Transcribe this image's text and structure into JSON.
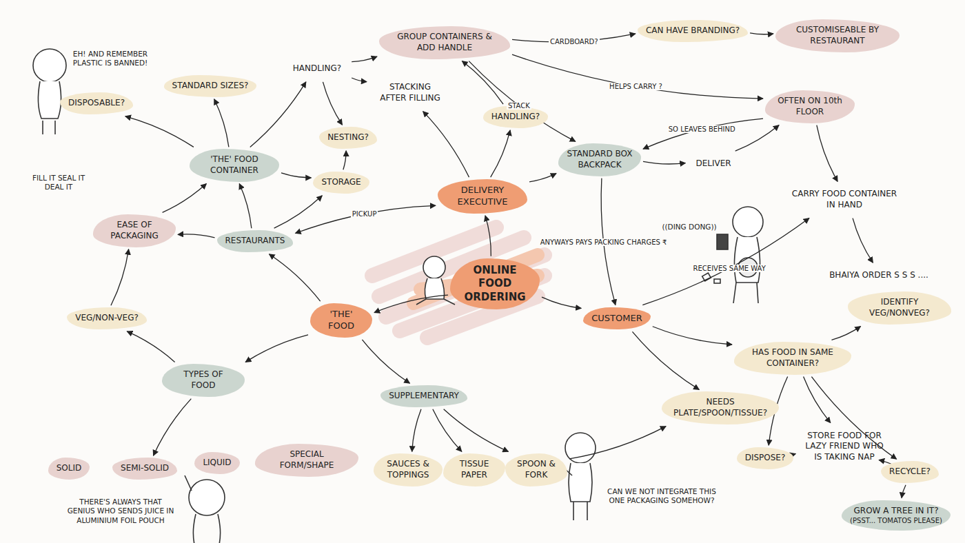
{
  "diagram": {
    "nodes": [
      {
        "text": [
          "ONLINE FOOD ORDERING"
        ]
      },
      {
        "text": [
          "DELIVERY EXECUTIVE"
        ]
      },
      {
        "text": [
          "'THE' FOOD"
        ]
      },
      {
        "text": [
          "CUSTOMER"
        ]
      },
      {
        "text": [
          "RESTAURANTS"
        ]
      },
      {
        "text": [
          "'THE' FOOD CONTAINER"
        ]
      },
      {
        "text": [
          "EASE OF PACKAGING"
        ]
      },
      {
        "text": [
          "DISPOSABLE?"
        ]
      },
      {
        "text": [
          "STANDARD SIZES?"
        ]
      },
      {
        "text": [
          "HANDLING?"
        ]
      },
      {
        "text": [
          "NESTING?"
        ]
      },
      {
        "text": [
          "STORAGE"
        ]
      },
      {
        "text": [
          "STACKING AFTER FILLING"
        ]
      },
      {
        "text": [
          "GROUP CONTAINERS & ADD HANDLE"
        ]
      },
      {
        "text": [
          "HANDLING?"
        ]
      },
      {
        "text": [
          "STANDARD BOX BACKPACK"
        ]
      },
      {
        "text": [
          "CAN HAVE BRANDING?"
        ]
      },
      {
        "text": [
          "CUSTOMISEABLE BY RESTAURANT"
        ]
      },
      {
        "text": [
          "OFTEN ON 10th FLOOR"
        ]
      },
      {
        "text": [
          "DELIVER"
        ]
      },
      {
        "text": [
          "CARRY FOOD CONTAINER IN HAND"
        ]
      },
      {
        "text": [
          "BHAIYA ORDER S S S ...."
        ]
      },
      {
        "text": [
          "VEG/NON-VEG?"
        ]
      },
      {
        "text": [
          "TYPES OF FOOD"
        ]
      },
      {
        "text": [
          "SOLID"
        ]
      },
      {
        "text": [
          "SEMI-SOLID"
        ]
      },
      {
        "text": [
          "LIQUID"
        ]
      },
      {
        "text": [
          "SPECIAL FORM/SHAPE"
        ]
      },
      {
        "text": [
          "SUPPLEMENTARY"
        ]
      },
      {
        "text": [
          "SAUCES & TOPPINGS"
        ]
      },
      {
        "text": [
          "TISSUE PAPER"
        ]
      },
      {
        "text": [
          "SPOON & FORK"
        ]
      },
      {
        "text": [
          "NEEDS PLATE/SPOON/TISSUE?"
        ]
      },
      {
        "text": [
          "HAS FOOD IN SAME CONTAINER?"
        ]
      },
      {
        "text": [
          "IDENTIFY VEG/NONVEG?"
        ]
      },
      {
        "text": [
          "DISPOSE?"
        ]
      },
      {
        "text": [
          "STORE FOOD FOR LAZY FRIEND WHO IS TAKING NAP"
        ]
      },
      {
        "text": [
          "RECYCLE?"
        ]
      },
      {
        "text": [
          "GROW A TREE IN IT?",
          "(PSST... TOMATOS PLEASE)"
        ]
      }
    ],
    "edges": [
      {
        "from": 0,
        "to": 1,
        "arrow": "to"
      },
      {
        "from": 0,
        "to": 2,
        "arrow": "to"
      },
      {
        "from": 0,
        "to": 3,
        "arrow": "to"
      },
      {
        "from": 2,
        "to": 4,
        "arrow": "to"
      },
      {
        "from": 4,
        "to": 6,
        "arrow": "to"
      },
      {
        "from": 4,
        "to": 5,
        "arrow": "to"
      },
      {
        "from": 4,
        "to": 11,
        "arrow": "to"
      },
      {
        "from": 5,
        "to": 11,
        "arrow": "to"
      },
      {
        "from": 6,
        "to": 5,
        "arrow": "to"
      },
      {
        "from": 5,
        "to": 7,
        "arrow": "to"
      },
      {
        "from": 5,
        "to": 8,
        "arrow": "to"
      },
      {
        "from": 5,
        "to": 9,
        "arrow": "to"
      },
      {
        "from": 9,
        "to": 10,
        "arrow": "to"
      },
      {
        "from": 9,
        "to": 12,
        "arrow": "to"
      },
      {
        "from": 9,
        "to": 13,
        "arrow": "to"
      },
      {
        "from": 11,
        "to": 10,
        "arrow": "to"
      },
      {
        "from": 1,
        "to": 4,
        "label": "PICKUP",
        "arrow": "both"
      },
      {
        "from": 1,
        "to": 12,
        "arrow": "to"
      },
      {
        "from": 1,
        "to": 14,
        "arrow": "to"
      },
      {
        "from": 14,
        "to": 13,
        "arrow": "to"
      },
      {
        "from": 1,
        "to": 15,
        "arrow": "to"
      },
      {
        "from": 13,
        "to": 16,
        "label": "CARDBOARD?",
        "arrow": "to"
      },
      {
        "from": 16,
        "to": 17,
        "arrow": "to"
      },
      {
        "from": 13,
        "to": 18,
        "label": "HELPS CARRY ?",
        "arrow": "to"
      },
      {
        "from": 13,
        "to": 15,
        "label": "STACK",
        "arrow": "to"
      },
      {
        "from": 15,
        "to": 19,
        "arrow": "to"
      },
      {
        "from": 19,
        "to": 18,
        "arrow": "to"
      },
      {
        "from": 18,
        "to": 15,
        "label": "SO LEAVES BEHIND",
        "arrow": "to"
      },
      {
        "from": 18,
        "to": 20,
        "arrow": "to"
      },
      {
        "from": 15,
        "to": 3,
        "label": "ANYWAYS PAYS PACKING CHARGES ₹",
        "arrow": "to"
      },
      {
        "from": 20,
        "to": 21,
        "arrow": "to"
      },
      {
        "from": 3,
        "to": 20,
        "label": "RECEIVES SAME WAY",
        "arrow": "to"
      },
      {
        "from": 3,
        "to": 33,
        "arrow": "to"
      },
      {
        "from": 3,
        "to": 32,
        "arrow": "to"
      },
      {
        "from": 33,
        "to": 34,
        "arrow": "to"
      },
      {
        "from": 33,
        "to": 35,
        "arrow": "to"
      },
      {
        "from": 33,
        "to": 36,
        "arrow": "to"
      },
      {
        "from": 33,
        "to": 37,
        "arrow": "to"
      },
      {
        "from": 36,
        "to": 37,
        "arrow": "to"
      },
      {
        "from": 36,
        "to": 35,
        "arrow": "to"
      },
      {
        "from": 37,
        "to": 38,
        "arrow": "to"
      },
      {
        "from": 2,
        "to": 23,
        "arrow": "to"
      },
      {
        "from": 23,
        "to": 22,
        "arrow": "to"
      },
      {
        "from": 22,
        "to": 6,
        "arrow": "to"
      },
      {
        "from": 23,
        "to": 25,
        "arrow": "to"
      },
      {
        "from": 2,
        "to": 28,
        "arrow": "to"
      },
      {
        "from": 28,
        "to": 29,
        "arrow": "to"
      },
      {
        "from": 28,
        "to": 30,
        "arrow": "to"
      },
      {
        "from": 28,
        "to": 31,
        "arrow": "to"
      },
      {
        "from": 31,
        "to": 32,
        "arrow": "to"
      }
    ],
    "labels": [
      "EH! AND REMEMBER PLASTIC IS BANNED!",
      "FILL IT SEAL IT DEAL IT",
      "((DING DONG))",
      "THERE'S ALWAYS THAT GENIUS WHO SENDS JUICE IN ALUMINIUM FOIL POUCH",
      "CAN WE NOT INTEGRATE THIS ONE PACKAGING SOMEHOW?"
    ]
  }
}
